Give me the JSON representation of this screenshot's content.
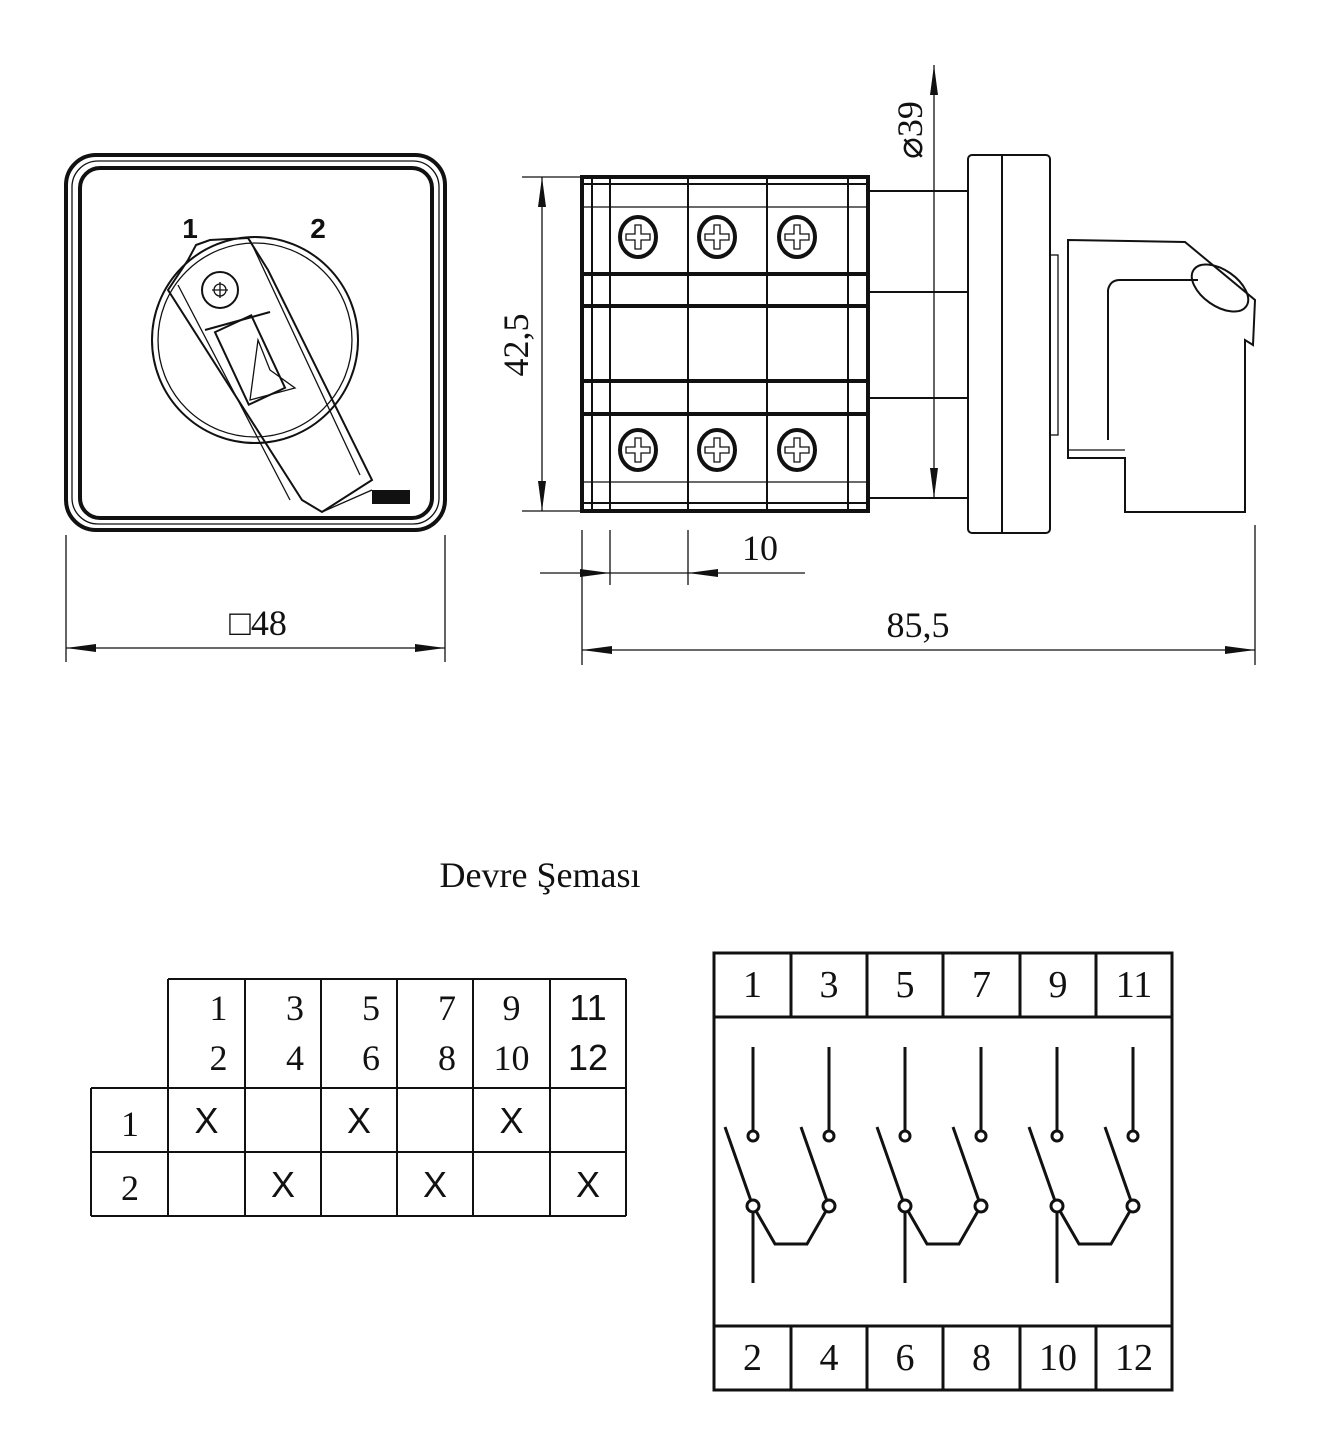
{
  "front_view": {
    "position_labels": [
      "1",
      "2"
    ],
    "dimension": "□48"
  },
  "side_view": {
    "height_dim": "42,5",
    "diameter_dim": "⌀39",
    "pitch_dim": "10",
    "length_dim": "85,5"
  },
  "schema_title": "Devre Şeması",
  "switch_table": {
    "columns": [
      [
        "1",
        "2"
      ],
      [
        "3",
        "4"
      ],
      [
        "5",
        "6"
      ],
      [
        "7",
        "8"
      ],
      [
        "9",
        "10"
      ],
      [
        "11",
        "12"
      ]
    ],
    "rows": [
      {
        "position": "1",
        "cells": [
          "X",
          "",
          "X",
          "",
          "X",
          ""
        ]
      },
      {
        "position": "2",
        "cells": [
          "",
          "X",
          "",
          "X",
          "",
          "X"
        ]
      }
    ]
  },
  "circuit": {
    "top_terminals": [
      "1",
      "3",
      "5",
      "7",
      "9",
      "11"
    ],
    "bottom_terminals": [
      "2",
      "4",
      "6",
      "8",
      "10",
      "12"
    ]
  }
}
